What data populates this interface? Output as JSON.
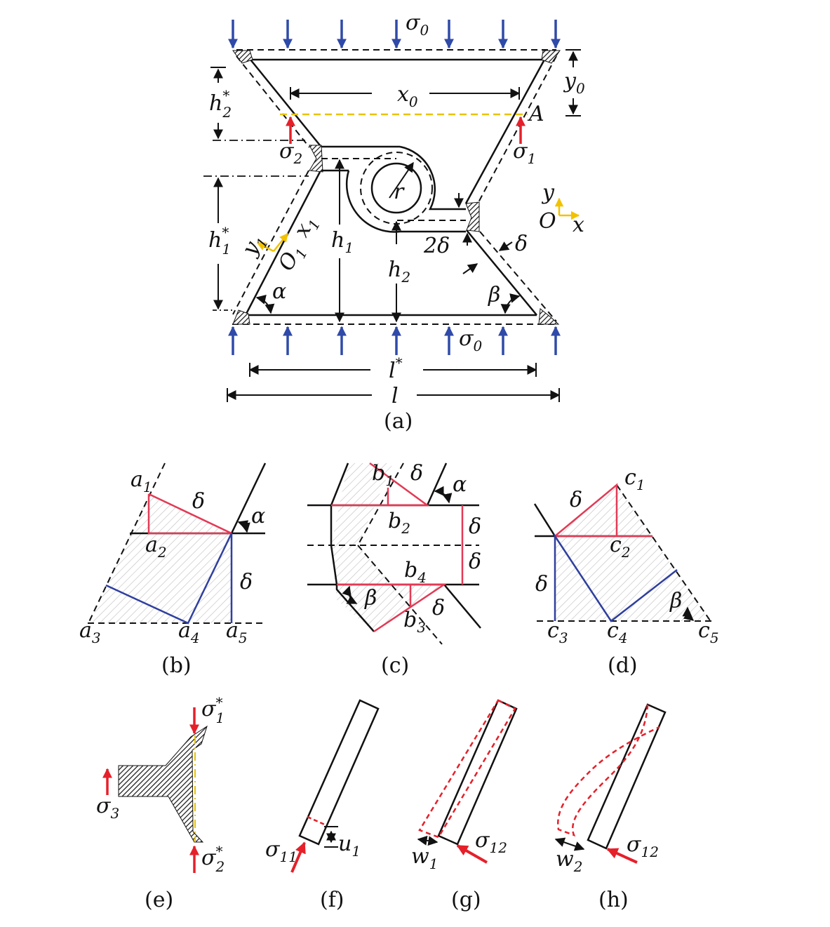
{
  "colors": {
    "load_arrow": "#2f4aa8",
    "reaction_arrow": "#e5202a",
    "boundary_red": "#e23a55",
    "boundary_blue": "#2f3f9f",
    "guide_yellow": "#e8c400",
    "axis_yellow": "#f2c200"
  },
  "panel_a": {
    "caption": "(a)",
    "sigma0": {
      "base": "σ",
      "sub": "0"
    },
    "sigma1": {
      "base": "σ",
      "sub": "1"
    },
    "sigma2": {
      "base": "σ",
      "sub": "2"
    },
    "x0": {
      "base": "x",
      "sub": "0"
    },
    "y0": {
      "base": "y",
      "sub": "0"
    },
    "A": "A",
    "h2s": {
      "base": "h",
      "sub": "2",
      "sup": "*"
    },
    "h1s": {
      "base": "h",
      "sub": "1",
      "sup": "*"
    },
    "h1": {
      "base": "h",
      "sub": "1"
    },
    "h2": {
      "base": "h",
      "sub": "2"
    },
    "r": "r",
    "two_delta": "2δ",
    "delta": "δ",
    "alpha": "α",
    "beta": "β",
    "ls": {
      "base": "l",
      "sup": "*"
    },
    "l": "l",
    "O1": {
      "base": "O",
      "sub": "1"
    },
    "x1": {
      "base": "x",
      "sub": "1"
    },
    "y1": {
      "base": "y",
      "sub": "1"
    },
    "O": "O",
    "x": "x",
    "y": "y"
  },
  "panel_b": {
    "caption": "(b)",
    "a1": {
      "base": "a",
      "sub": "1"
    },
    "a2": {
      "base": "a",
      "sub": "2"
    },
    "a3": {
      "base": "a",
      "sub": "3"
    },
    "a4": {
      "base": "a",
      "sub": "4"
    },
    "a5": {
      "base": "a",
      "sub": "5"
    },
    "delta_top": "δ",
    "delta_right": "δ",
    "alpha": "α"
  },
  "panel_c": {
    "caption": "(c)",
    "b1": {
      "base": "b",
      "sub": "1"
    },
    "b2": {
      "base": "b",
      "sub": "2"
    },
    "b3": {
      "base": "b",
      "sub": "3"
    },
    "b4": {
      "base": "b",
      "sub": "4"
    },
    "delta_1": "δ",
    "delta_2": "δ",
    "delta_3": "δ",
    "delta_4": "δ",
    "alpha": "α",
    "beta": "β"
  },
  "panel_d": {
    "caption": "(d)",
    "c1": {
      "base": "c",
      "sub": "1"
    },
    "c2": {
      "base": "c",
      "sub": "2"
    },
    "c3": {
      "base": "c",
      "sub": "3"
    },
    "c4": {
      "base": "c",
      "sub": "4"
    },
    "c5": {
      "base": "c",
      "sub": "5"
    },
    "delta_top": "δ",
    "delta_left": "δ",
    "beta": "β"
  },
  "panel_e": {
    "caption": "(e)",
    "s1s": {
      "base": "σ",
      "sub": "1",
      "sup": "*"
    },
    "s2s": {
      "base": "σ",
      "sub": "2",
      "sup": "*"
    },
    "s3": {
      "base": "σ",
      "sub": "3"
    }
  },
  "panel_f": {
    "caption": "(f)",
    "s11": {
      "base": "σ",
      "sub": "11"
    },
    "u1": {
      "base": "u",
      "sub": "1"
    }
  },
  "panel_g": {
    "caption": "(g)",
    "s12": {
      "base": "σ",
      "sub": "12"
    },
    "w1": {
      "base": "w",
      "sub": "1"
    }
  },
  "panel_h": {
    "caption": "(h)",
    "s12": {
      "base": "σ",
      "sub": "12"
    },
    "w2": {
      "base": "w",
      "sub": "2"
    }
  }
}
